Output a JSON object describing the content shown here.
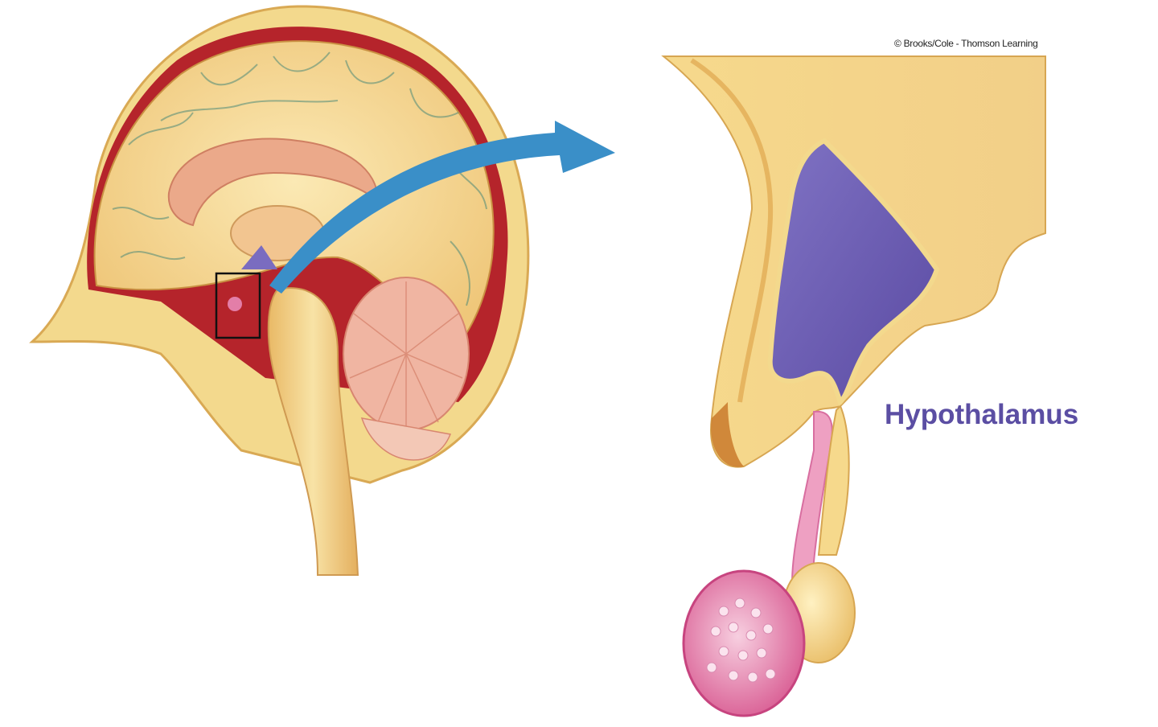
{
  "credit": "© Brooks/Cole - Thomson Learning",
  "label": "Hypothalamus",
  "colors": {
    "tissue": "#f3d98d",
    "tissue_dark": "#e2b25a",
    "cortex": "#f6dc9a",
    "dura": "#b5242b",
    "corpus": "#eba98a",
    "cerebellum": "#f0b5a2",
    "hypothalamus": "#6f5fb3",
    "pituitary": "#e37ea8",
    "arrow": "#3a8fc8",
    "label": "#5b4ea3"
  },
  "icons": [
    "brain-sagittal-illustration",
    "zoom-arrow-icon",
    "hypothalamus-closeup-illustration"
  ]
}
